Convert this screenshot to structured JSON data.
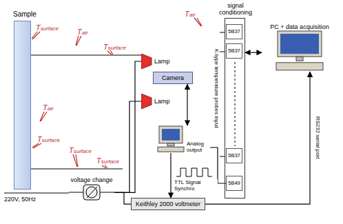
{
  "diagram": {
    "nodes": [
      {
        "text": [
          "Sample"
        ]
      },
      {
        "text": [
          "Lamp"
        ]
      },
      {
        "text": [
          "Camera"
        ]
      },
      {
        "text": [
          "Lamp"
        ]
      },
      {
        "text": [
          "signal conditioning"
        ]
      },
      {
        "text": [
          "5B37"
        ],
        "in": 4
      },
      {
        "text": [
          "5B37"
        ],
        "in": 4
      },
      {
        "text": [
          "5B37"
        ],
        "in": 4
      },
      {
        "text": [
          "5B49"
        ],
        "in": 4
      },
      {
        "text": [
          "PC + data acquisition"
        ]
      },
      {
        "text": [
          "Analog output"
        ]
      },
      {
        "text": [
          "voltage change"
        ]
      },
      {
        "text": [
          "Keithley 2000 voltmeter"
        ]
      }
    ],
    "edges": [
      {
        "from": 2,
        "to": 10,
        "arrow": "both"
      },
      {
        "from": 4,
        "to": 9,
        "arrow": "both"
      },
      {
        "from": 12,
        "to": 9,
        "arrow": "to",
        "label": "RS232 serial port"
      },
      {
        "from": 10,
        "to": 8,
        "arrow": "none"
      },
      {
        "from": 10,
        "to": 12,
        "arrow": "to",
        "label": "TTL Signal Synchro"
      },
      {
        "from": 11,
        "to": 12,
        "arrow": "none"
      },
      {
        "from": 11,
        "to": 1,
        "arrow": "none"
      },
      {
        "from": 11,
        "to": 3,
        "arrow": "none"
      }
    ],
    "labels": [
      "Tsurface",
      "Tair",
      "Tsurface",
      "Tair",
      "Tsurface",
      "Tsurface",
      "Tsurface",
      "Tair",
      "K-type temperature probes input",
      "220V, 50Hz"
    ]
  }
}
